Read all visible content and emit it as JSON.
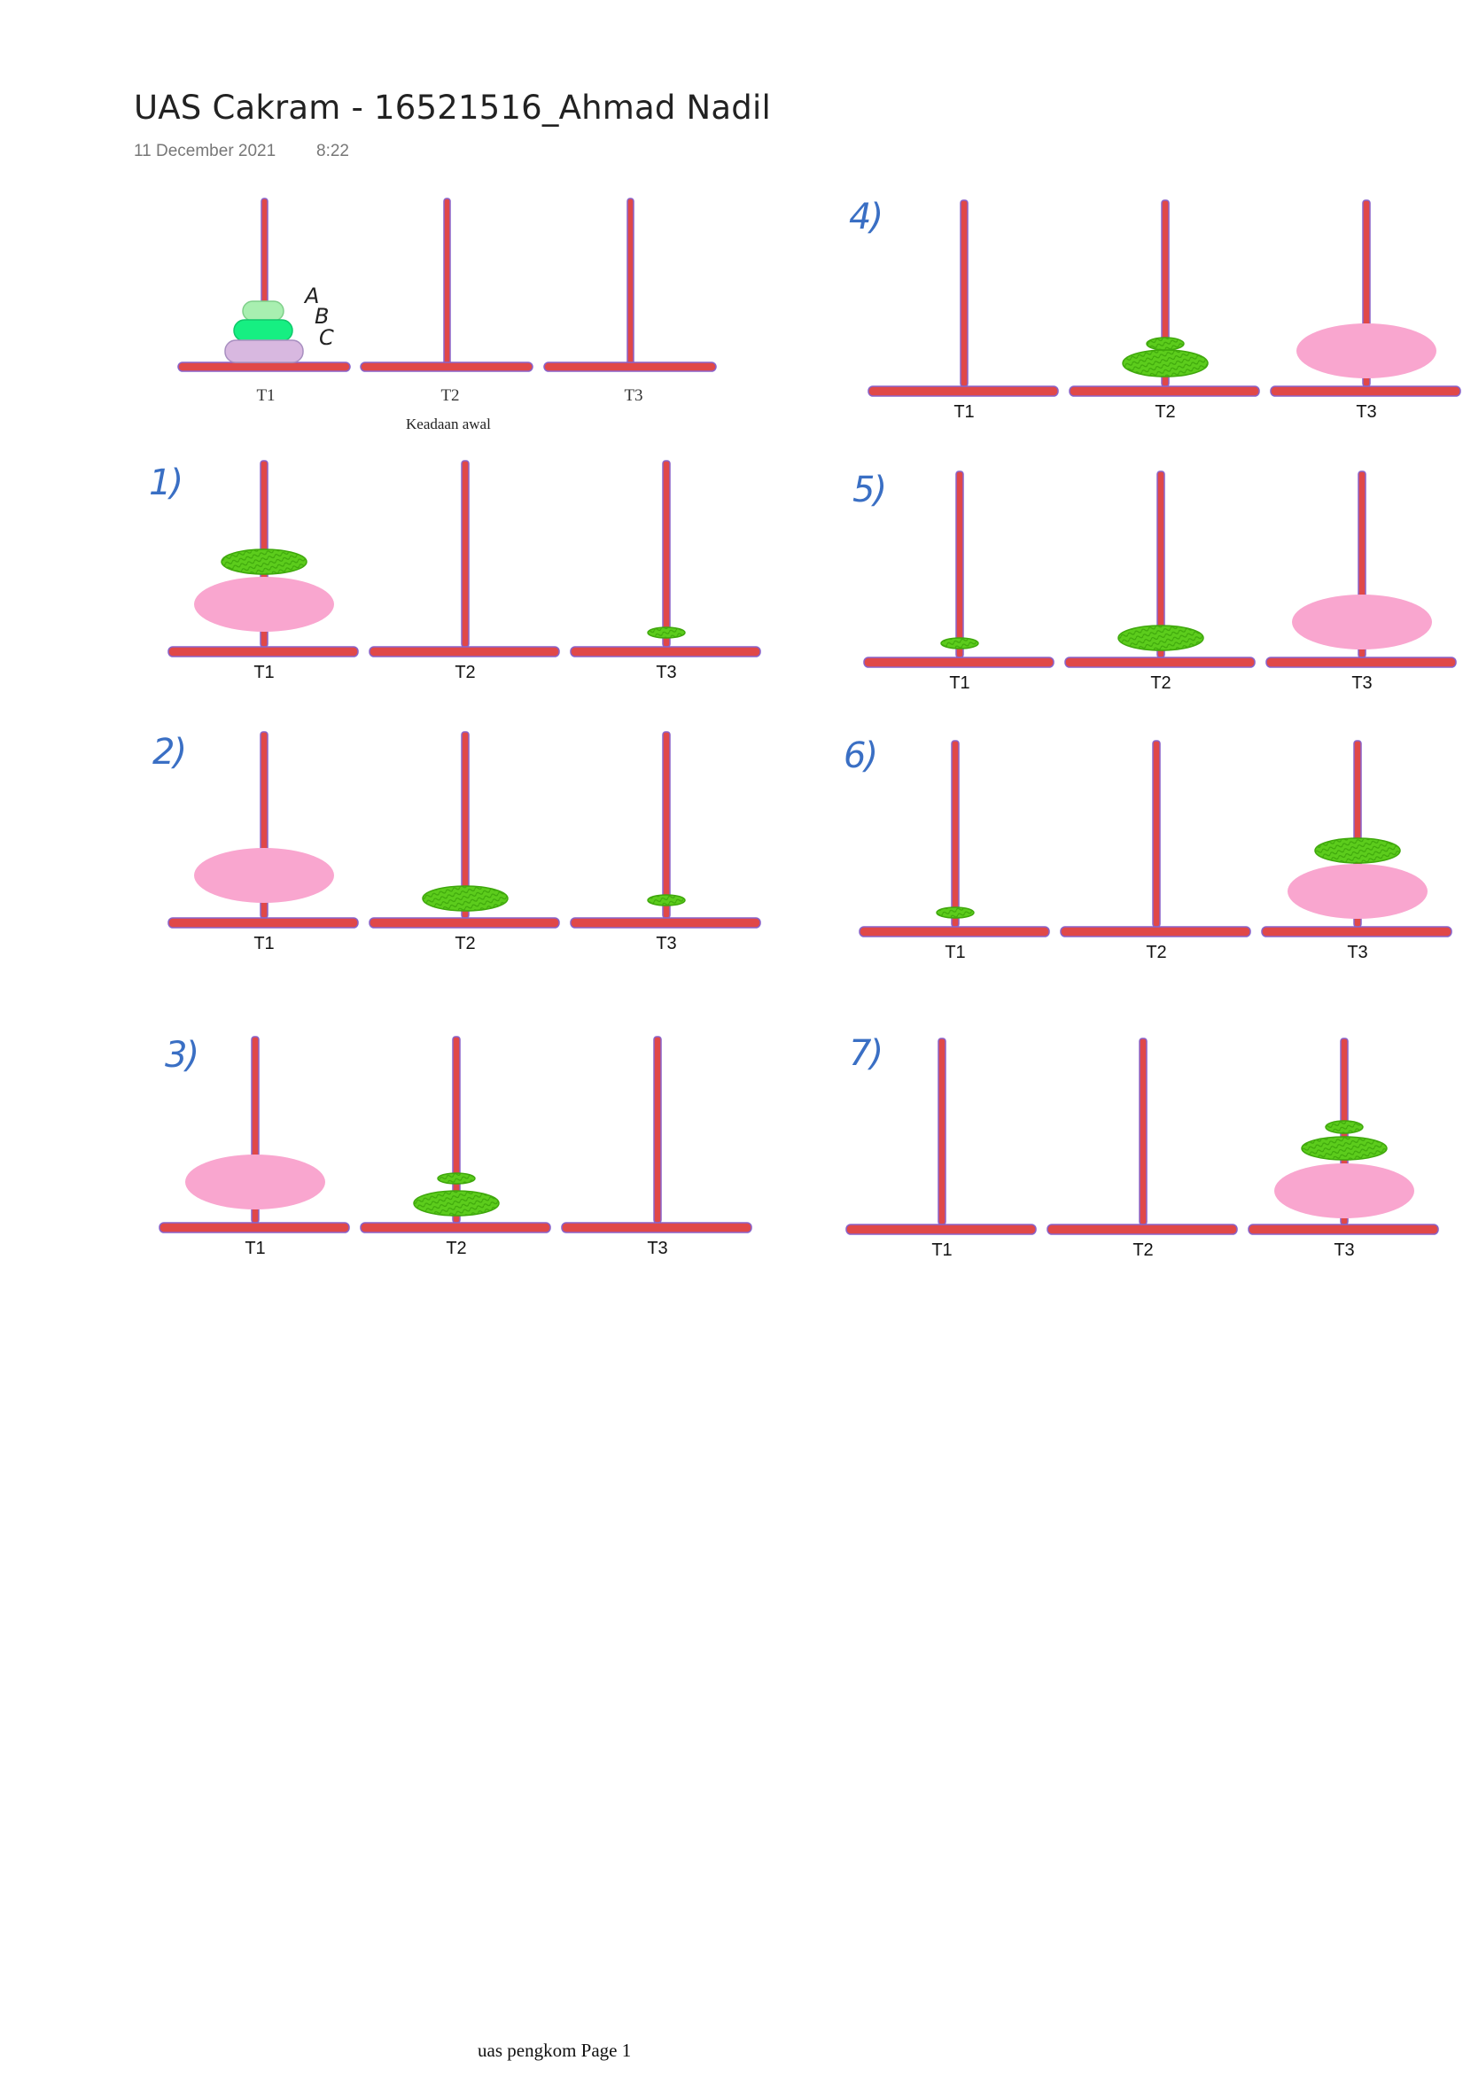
{
  "page": {
    "title": "UAS Cakram - 16521516_Ahmad Nadil",
    "date": "11 December 2021",
    "time": "8:22",
    "footer": "uas pengkom Page 1"
  },
  "initial": {
    "caption": "Keadaan awal",
    "towers": [
      "T1",
      "T2",
      "T3"
    ],
    "disks": [
      "A",
      "B",
      "C"
    ]
  },
  "steps": [
    {
      "label": "1)",
      "towers": [
        "T1",
        "T2",
        "T3"
      ]
    },
    {
      "label": "2)",
      "towers": [
        "T1",
        "T2",
        "T3"
      ]
    },
    {
      "label": "3)",
      "towers": [
        "T1",
        "T2",
        "T3"
      ]
    },
    {
      "label": "4)",
      "towers": [
        "T1",
        "T2",
        "T3"
      ]
    },
    {
      "label": "5)",
      "towers": [
        "T1",
        "T2",
        "T3"
      ]
    },
    {
      "label": "6)",
      "towers": [
        "T1",
        "T2",
        "T3"
      ]
    },
    {
      "label": "7)",
      "towers": [
        "T1",
        "T2",
        "T3"
      ]
    }
  ],
  "colors": {
    "rod": "#e04848",
    "rod_edge": "#8a62c9",
    "disk_large": "#f9a6cf",
    "disk_medium": "#5ccc1c",
    "disk_small": "#6fd61f",
    "initial_disk_a": "#a8efb0",
    "initial_disk_b": "#16ef82",
    "initial_disk_c": "#d8b8e0",
    "step_number": "#3a6fc4"
  }
}
